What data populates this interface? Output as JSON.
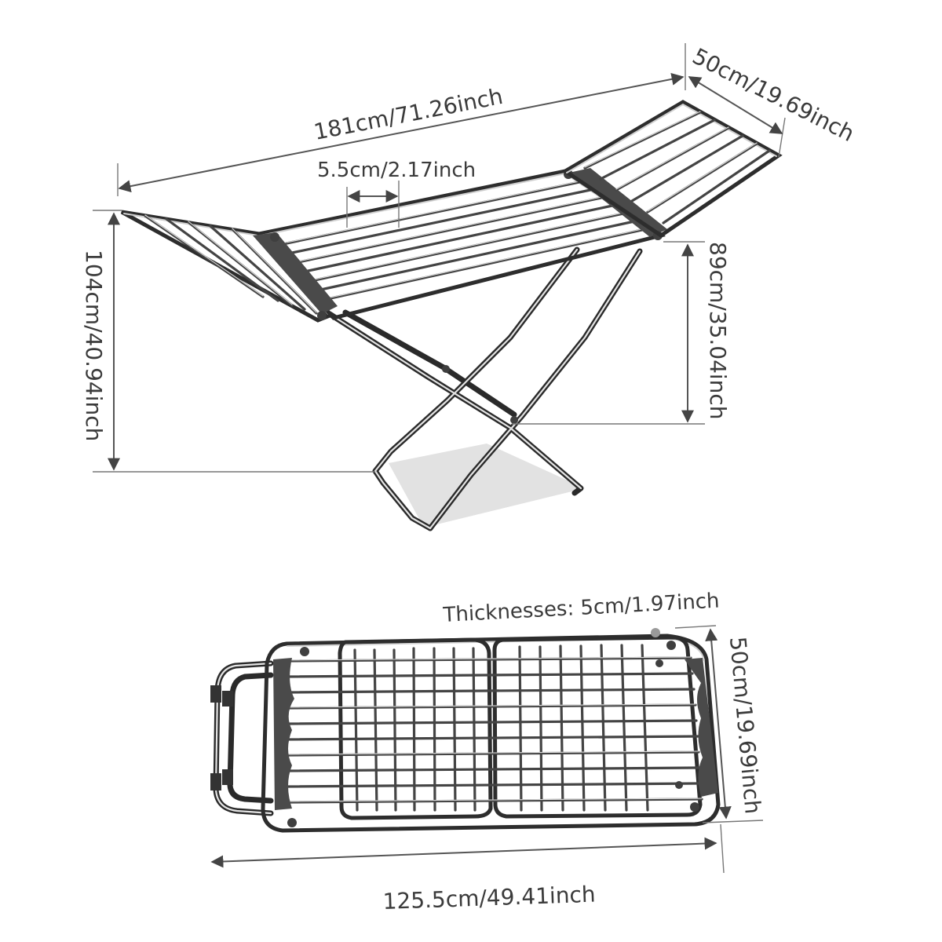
{
  "unfolded_view": {
    "overall_length": "181cm/71.26inch",
    "wing_depth": "50cm/19.69inch",
    "rod_spacing": "5.5cm/2.17inch",
    "total_height": "104cm/40.94inch",
    "rack_height": "89cm/35.04inch"
  },
  "folded_view": {
    "thickness": "Thicknesses: 5cm/1.97inch",
    "depth": "50cm/19.69inch",
    "length": "125.5cm/49.41inch"
  }
}
